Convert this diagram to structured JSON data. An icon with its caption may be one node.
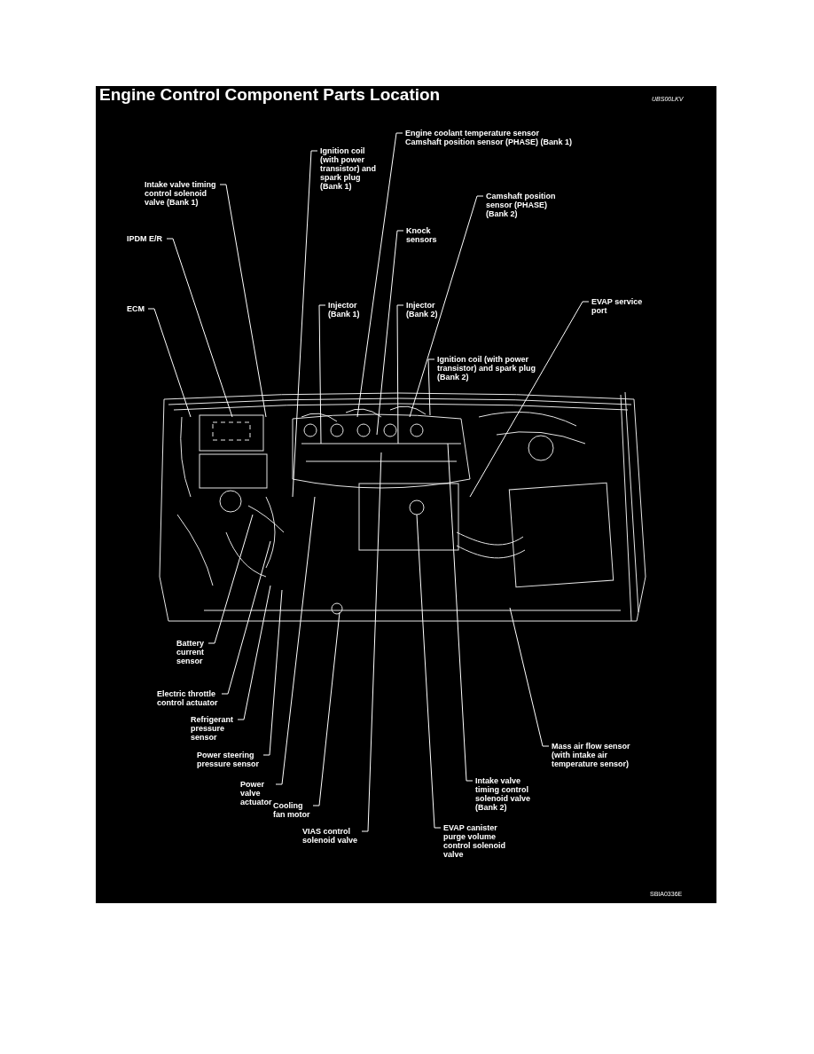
{
  "diagram": {
    "title": "Engine Control Component Parts Location",
    "nodes": [
      {
        "text": [
          "Engine coolant temperature sensor",
          "Camshaft position sensor (PHASE) (Bank 1)"
        ]
      },
      {
        "text": [
          "Ignition coil (with power transistor) and spark plug (Bank 1)"
        ]
      },
      {
        "text": [
          "Intake valve timing control solenoid valve (Bank 1)"
        ]
      },
      {
        "text": [
          "Camshaft position sensor (PHASE) (Bank 2)"
        ]
      },
      {
        "text": [
          "Knock sensors"
        ]
      },
      {
        "text": [
          "IPDM E/R"
        ]
      },
      {
        "text": [
          "ECM"
        ]
      },
      {
        "text": [
          "Injector (Bank 1)"
        ]
      },
      {
        "text": [
          "Injector (Bank 2)"
        ]
      },
      {
        "text": [
          "EVAP service port"
        ]
      },
      {
        "text": [
          "Ignition coil (with power transistor) and spark plug (Bank 2)"
        ]
      },
      {
        "text": [
          "Battery current sensor"
        ]
      },
      {
        "text": [
          "Electric throttle control actuator"
        ]
      },
      {
        "text": [
          "Refrigerant pressure sensor"
        ]
      },
      {
        "text": [
          "Power steering pressure sensor"
        ]
      },
      {
        "text": [
          "Power valve actuator"
        ]
      },
      {
        "text": [
          "Cooling fan motor"
        ]
      },
      {
        "text": [
          "VIAS control solenoid valve"
        ]
      },
      {
        "text": [
          "EVAP canister purge volume control solenoid valve"
        ]
      },
      {
        "text": [
          "Intake valve timing control solenoid valve (Bank 2)"
        ]
      },
      {
        "text": [
          "Mass air flow sensor (with intake air temperature sensor)"
        ]
      }
    ],
    "edges": [
      {
        "from": 0,
        "to": null,
        "arrow": "none"
      },
      {
        "from": 1,
        "to": null,
        "arrow": "none"
      },
      {
        "from": 2,
        "to": null,
        "arrow": "none"
      },
      {
        "from": 3,
        "to": null,
        "arrow": "none"
      },
      {
        "from": 4,
        "to": null,
        "arrow": "none"
      },
      {
        "from": 5,
        "to": null,
        "arrow": "none"
      },
      {
        "from": 6,
        "to": null,
        "arrow": "none"
      },
      {
        "from": 7,
        "to": null,
        "arrow": "none"
      },
      {
        "from": 8,
        "to": null,
        "arrow": "none"
      },
      {
        "from": 9,
        "to": null,
        "arrow": "none"
      },
      {
        "from": 10,
        "to": null,
        "arrow": "none"
      },
      {
        "from": 11,
        "to": null,
        "arrow": "none"
      },
      {
        "from": 12,
        "to": null,
        "arrow": "none"
      },
      {
        "from": 13,
        "to": null,
        "arrow": "none"
      },
      {
        "from": 14,
        "to": null,
        "arrow": "none"
      },
      {
        "from": 15,
        "to": null,
        "arrow": "none"
      },
      {
        "from": 16,
        "to": null,
        "arrow": "none"
      },
      {
        "from": 17,
        "to": null,
        "arrow": "none"
      },
      {
        "from": 18,
        "to": null,
        "arrow": "none"
      },
      {
        "from": 19,
        "to": null,
        "arrow": "none"
      },
      {
        "from": 20,
        "to": null,
        "arrow": "none"
      }
    ],
    "labels": [
      "UBS00LKV",
      "SBIA0336E"
    ]
  }
}
